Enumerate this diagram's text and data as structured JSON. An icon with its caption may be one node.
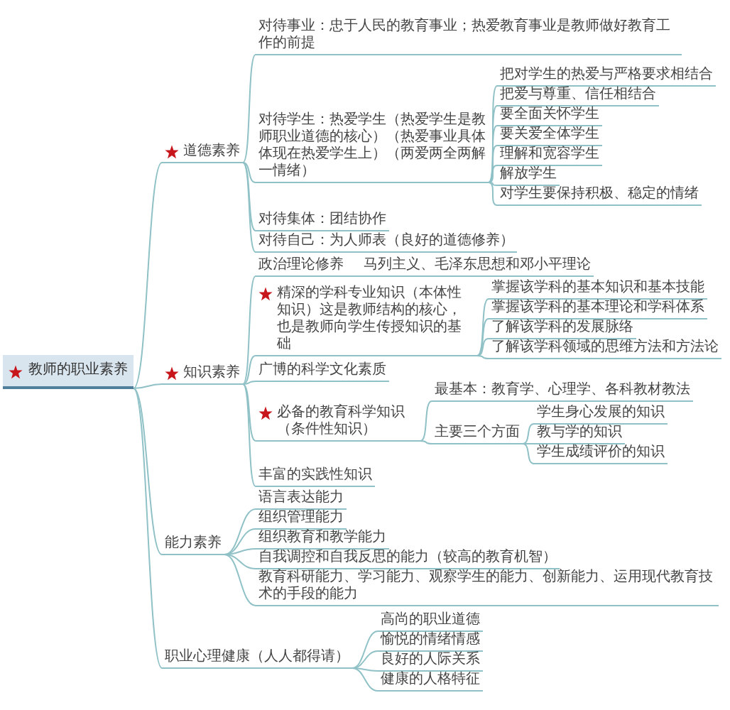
{
  "diagram": {
    "nodes": [
      {
        "text": [
          "教师的职业素养"
        ]
      },
      {
        "text": [
          "道德素养"
        ]
      },
      {
        "text": [
          "对待事业：忠于人民的教育事业；热爱教育事业是教师做好教育工作的前提"
        ]
      },
      {
        "text": [
          "对待学生：热爱学生（热爱学生是教师职业道德的核心）（热爱事业具体体现在热爱学生上）（两爱两全两解一情绪）"
        ]
      },
      {
        "text": [
          "把对学生的热爱与严格要求相结合"
        ]
      },
      {
        "text": [
          "把爱与尊重、信任相结合"
        ]
      },
      {
        "text": [
          "要全面关怀学生"
        ]
      },
      {
        "text": [
          "要关爱全体学生"
        ]
      },
      {
        "text": [
          "理解和宽容学生"
        ]
      },
      {
        "text": [
          "解放学生"
        ]
      },
      {
        "text": [
          "对学生要保持积极、稳定的情绪"
        ]
      },
      {
        "text": [
          "对待集体：团结协作"
        ]
      },
      {
        "text": [
          "对待自己：为人师表（良好的道德修养）"
        ]
      },
      {
        "text": [
          "知识素养"
        ]
      },
      {
        "text": [
          "政治理论修养"
        ]
      },
      {
        "text": [
          "马列主义、毛泽东思想和邓小平理论"
        ]
      },
      {
        "text": [
          "精深的学科专业知识（本体性知识）这是教师结构的核心，也是教师向学生传授知识的基础"
        ]
      },
      {
        "text": [
          "掌握该学科的基本知识和基本技能"
        ]
      },
      {
        "text": [
          "掌握该学科的基本理论和学科体系"
        ]
      },
      {
        "text": [
          "了解该学科的发展脉络"
        ]
      },
      {
        "text": [
          "了解该学科领域的思维方法和方法论"
        ]
      },
      {
        "text": [
          "广博的科学文化素质"
        ]
      },
      {
        "text": [
          "必备的教育科学知识（条件性知识）"
        ]
      },
      {
        "text": [
          "最基本：教育学、心理学、各科教材教法"
        ]
      },
      {
        "text": [
          "主要三个方面"
        ]
      },
      {
        "text": [
          "学生身心发展的知识"
        ]
      },
      {
        "text": [
          "教与学的知识"
        ]
      },
      {
        "text": [
          "学生成绩评价的知识"
        ]
      },
      {
        "text": [
          "丰富的实践性知识"
        ]
      },
      {
        "text": [
          "能力素养"
        ]
      },
      {
        "text": [
          "语言表达能力"
        ]
      },
      {
        "text": [
          "组织管理能力"
        ]
      },
      {
        "text": [
          "组织教育和教学能力"
        ]
      },
      {
        "text": [
          "自我调控和自我反思的能力（较高的教育机智）"
        ]
      },
      {
        "text": [
          "教育科研能力、学习能力、观察学生的能力、创新能力、运用现代教育技术的手段的能力"
        ]
      },
      {
        "text": [
          "职业心理健康（人人都得请）"
        ]
      },
      {
        "text": [
          "高尚的职业道德"
        ]
      },
      {
        "text": [
          "愉悦的情绪情感"
        ]
      },
      {
        "text": [
          "良好的人际关系"
        ]
      },
      {
        "text": [
          "健康的人格特征"
        ]
      }
    ],
    "edges": [
      {
        "from": 0,
        "to": 1,
        "arrow": "none"
      },
      {
        "from": 0,
        "to": 13,
        "arrow": "none"
      },
      {
        "from": 0,
        "to": 29,
        "arrow": "none"
      },
      {
        "from": 0,
        "to": 35,
        "arrow": "none"
      },
      {
        "from": 1,
        "to": 2,
        "arrow": "none"
      },
      {
        "from": 1,
        "to": 3,
        "arrow": "none"
      },
      {
        "from": 1,
        "to": 11,
        "arrow": "none"
      },
      {
        "from": 1,
        "to": 12,
        "arrow": "none"
      },
      {
        "from": 3,
        "to": 4,
        "arrow": "none"
      },
      {
        "from": 3,
        "to": 5,
        "arrow": "none"
      },
      {
        "from": 3,
        "to": 6,
        "arrow": "none"
      },
      {
        "from": 3,
        "to": 7,
        "arrow": "none"
      },
      {
        "from": 3,
        "to": 8,
        "arrow": "none"
      },
      {
        "from": 3,
        "to": 9,
        "arrow": "none"
      },
      {
        "from": 3,
        "to": 10,
        "arrow": "none"
      },
      {
        "from": 13,
        "to": 14,
        "arrow": "none"
      },
      {
        "from": 13,
        "to": 16,
        "arrow": "none"
      },
      {
        "from": 13,
        "to": 21,
        "arrow": "none"
      },
      {
        "from": 13,
        "to": 22,
        "arrow": "none"
      },
      {
        "from": 13,
        "to": 28,
        "arrow": "none"
      },
      {
        "from": 14,
        "to": 15,
        "arrow": "none"
      },
      {
        "from": 16,
        "to": 17,
        "arrow": "none"
      },
      {
        "from": 16,
        "to": 18,
        "arrow": "none"
      },
      {
        "from": 16,
        "to": 19,
        "arrow": "none"
      },
      {
        "from": 16,
        "to": 20,
        "arrow": "none"
      },
      {
        "from": 22,
        "to": 23,
        "arrow": "none"
      },
      {
        "from": 22,
        "to": 24,
        "arrow": "none"
      },
      {
        "from": 24,
        "to": 25,
        "arrow": "none"
      },
      {
        "from": 24,
        "to": 26,
        "arrow": "none"
      },
      {
        "from": 24,
        "to": 27,
        "arrow": "none"
      },
      {
        "from": 29,
        "to": 30,
        "arrow": "none"
      },
      {
        "from": 29,
        "to": 31,
        "arrow": "none"
      },
      {
        "from": 29,
        "to": 32,
        "arrow": "none"
      },
      {
        "from": 29,
        "to": 33,
        "arrow": "none"
      },
      {
        "from": 29,
        "to": 34,
        "arrow": "none"
      },
      {
        "from": 35,
        "to": 36,
        "arrow": "none"
      },
      {
        "from": 35,
        "to": 37,
        "arrow": "none"
      },
      {
        "from": 35,
        "to": 38,
        "arrow": "none"
      },
      {
        "from": 35,
        "to": 39,
        "arrow": "none"
      }
    ]
  }
}
